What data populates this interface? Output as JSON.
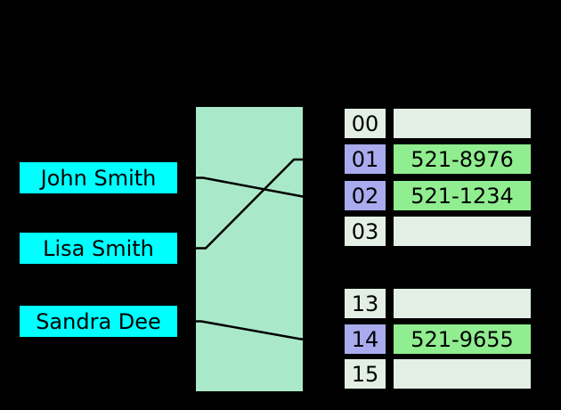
{
  "colors": {
    "background": "#000000",
    "key_fill": "#00FFFF",
    "hash_box_fill": "#A9E9C9",
    "bucket_empty_fill": "#E3EFE4",
    "bucket_index_highlight_fill": "#AAAAEE",
    "bucket_value_filled_fill": "#90EE90",
    "line_color": "#000000",
    "text_color": "#000000"
  },
  "keys": [
    {
      "label": "John Smith"
    },
    {
      "label": "Lisa Smith"
    },
    {
      "label": "Sandra Dee"
    }
  ],
  "buckets": {
    "rows": [
      {
        "index": "00",
        "value": "",
        "filled": false
      },
      {
        "index": "01",
        "value": "521-8976",
        "filled": true
      },
      {
        "index": "02",
        "value": "521-1234",
        "filled": true
      },
      {
        "index": "03",
        "value": "",
        "filled": false
      },
      {
        "index": "13",
        "value": "",
        "filled": false
      },
      {
        "index": "14",
        "value": "521-9655",
        "filled": true
      },
      {
        "index": "15",
        "value": "",
        "filled": false
      }
    ]
  },
  "links": [
    {
      "from": "John Smith",
      "to_bucket": "02"
    },
    {
      "from": "Lisa Smith",
      "to_bucket": "01"
    },
    {
      "from": "Sandra Dee",
      "to_bucket": "14"
    }
  ]
}
